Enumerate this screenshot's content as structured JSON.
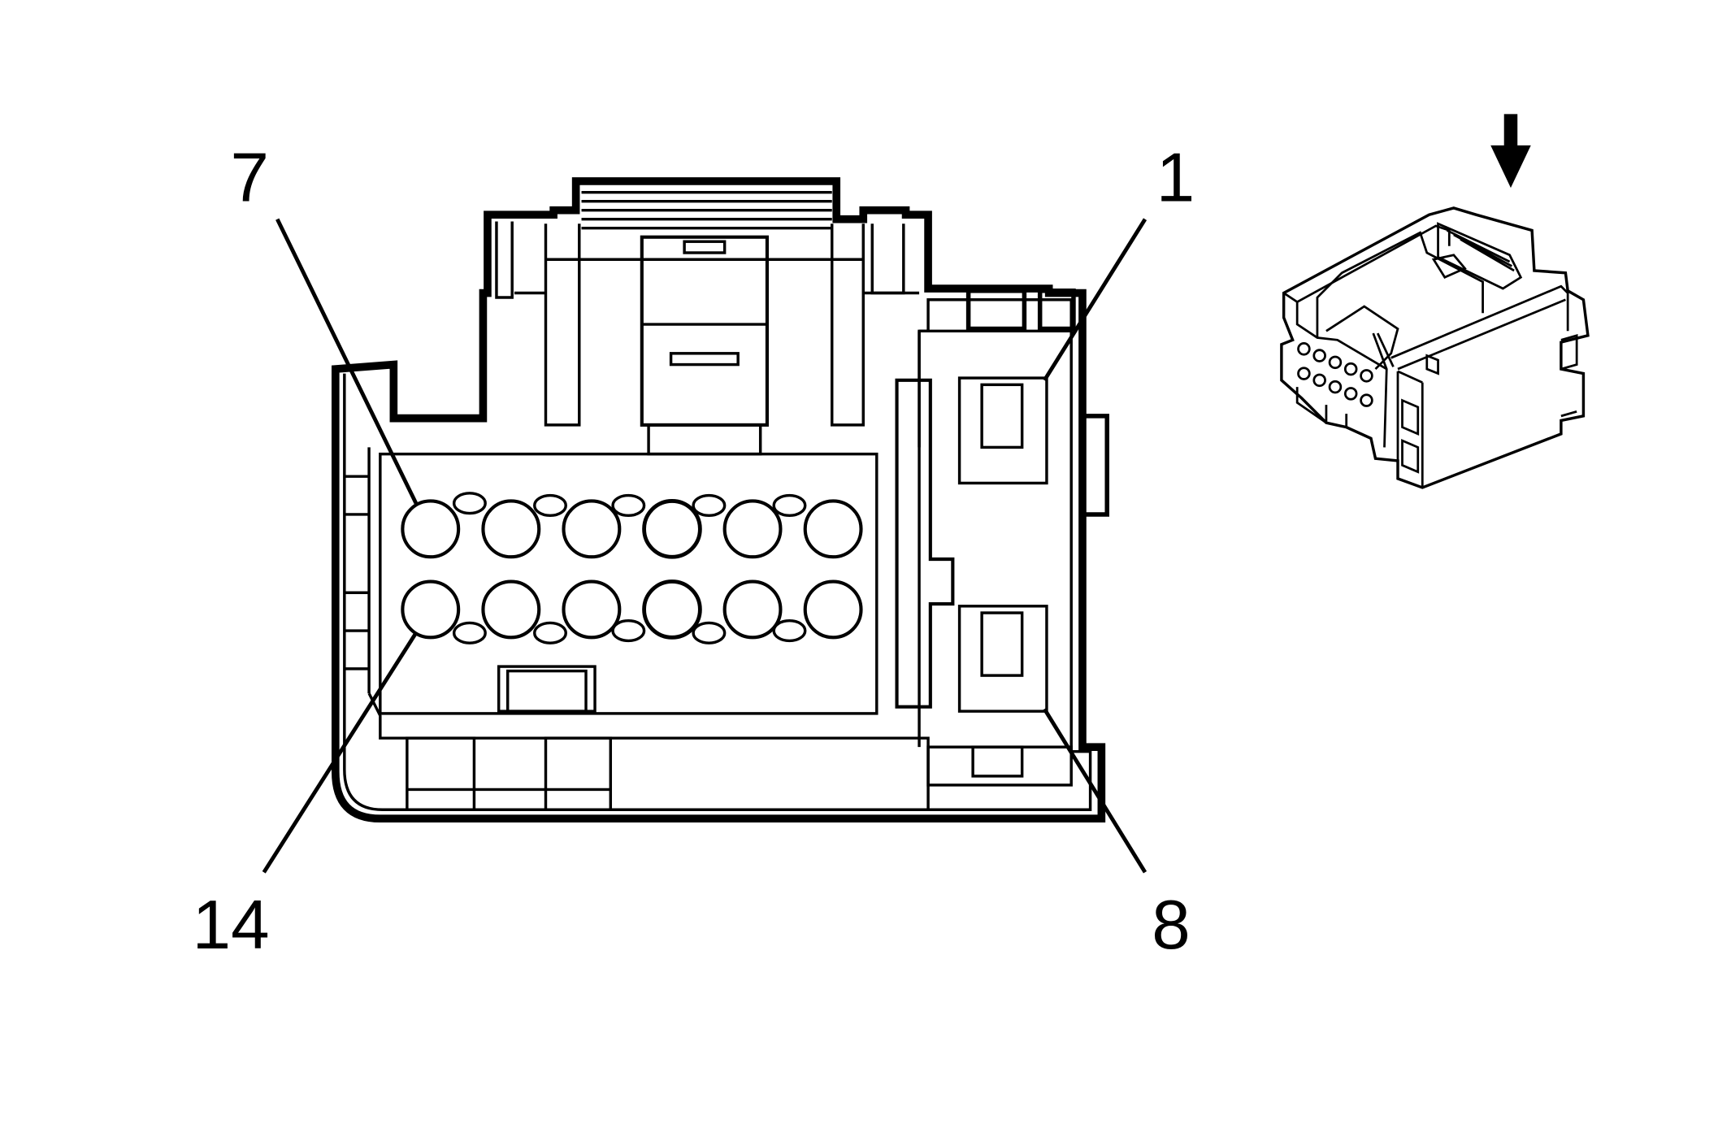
{
  "labels": {
    "pin_top_left": "7",
    "pin_top_right": "1",
    "pin_bottom_left": "14",
    "pin_bottom_right": "8"
  },
  "connector": {
    "cavity_rows": 2,
    "cavities_per_row": 6,
    "view_indicator": "arrow-down-icon"
  },
  "colors": {
    "line": "#000000",
    "background": "#ffffff"
  }
}
